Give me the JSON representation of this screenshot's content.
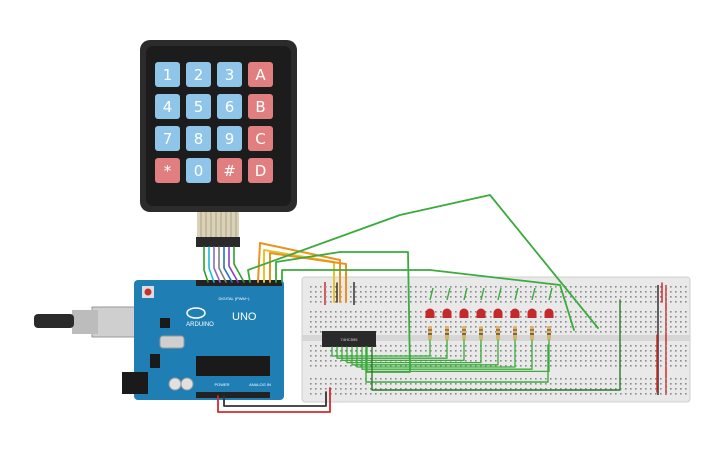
{
  "keypad": {
    "rows": [
      [
        "1",
        "2",
        "3",
        "A"
      ],
      [
        "4",
        "5",
        "6",
        "B"
      ],
      [
        "7",
        "8",
        "9",
        "C"
      ],
      [
        "*",
        "0",
        "#",
        "D"
      ]
    ]
  },
  "arduino": {
    "brand": "ARDUINO",
    "model": "UNO",
    "digital_label": "DIGITAL (PWM~)",
    "power_label": "POWER",
    "analog_label": "ANALOG IN"
  },
  "ic": {
    "label": "74HC595"
  },
  "colors": {
    "keypad_body": "#2b2b2b",
    "key_blue": "#8ec5e8",
    "key_red": "#e17f80",
    "arduino_blue": "#1f7fb5",
    "breadboard": "#e9e9e9",
    "wire_green": "#3caa3c",
    "wire_orange": "#e8931f",
    "wire_yellow": "#e6c42a",
    "wire_red": "#d42a2a",
    "led_red": "#c42a2a"
  },
  "leds": {
    "count": 8
  }
}
